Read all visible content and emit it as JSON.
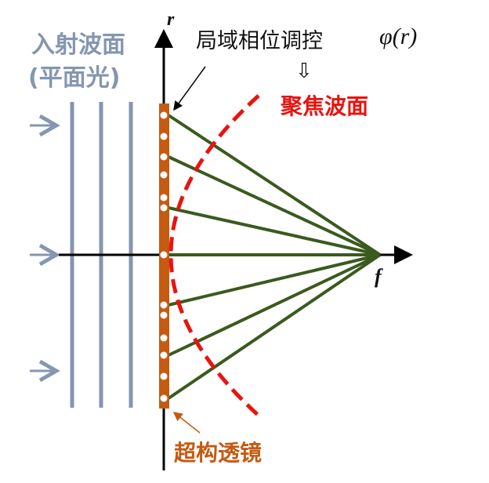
{
  "labels": {
    "incident_line1": "入射波面",
    "incident_line2": "(平面光)",
    "phase_control": "局域相位调控",
    "phase_symbol": "φ(r)",
    "down_arrow": "⇩",
    "focus_wave": "聚焦波面",
    "metalens": "超构透镜",
    "axis_r": "r",
    "axis_f": "f"
  },
  "colors": {
    "incident": "#8496b0",
    "lens": "#c55a11",
    "rays": "#3a5a1e",
    "focus": "#e8140f"
  }
}
